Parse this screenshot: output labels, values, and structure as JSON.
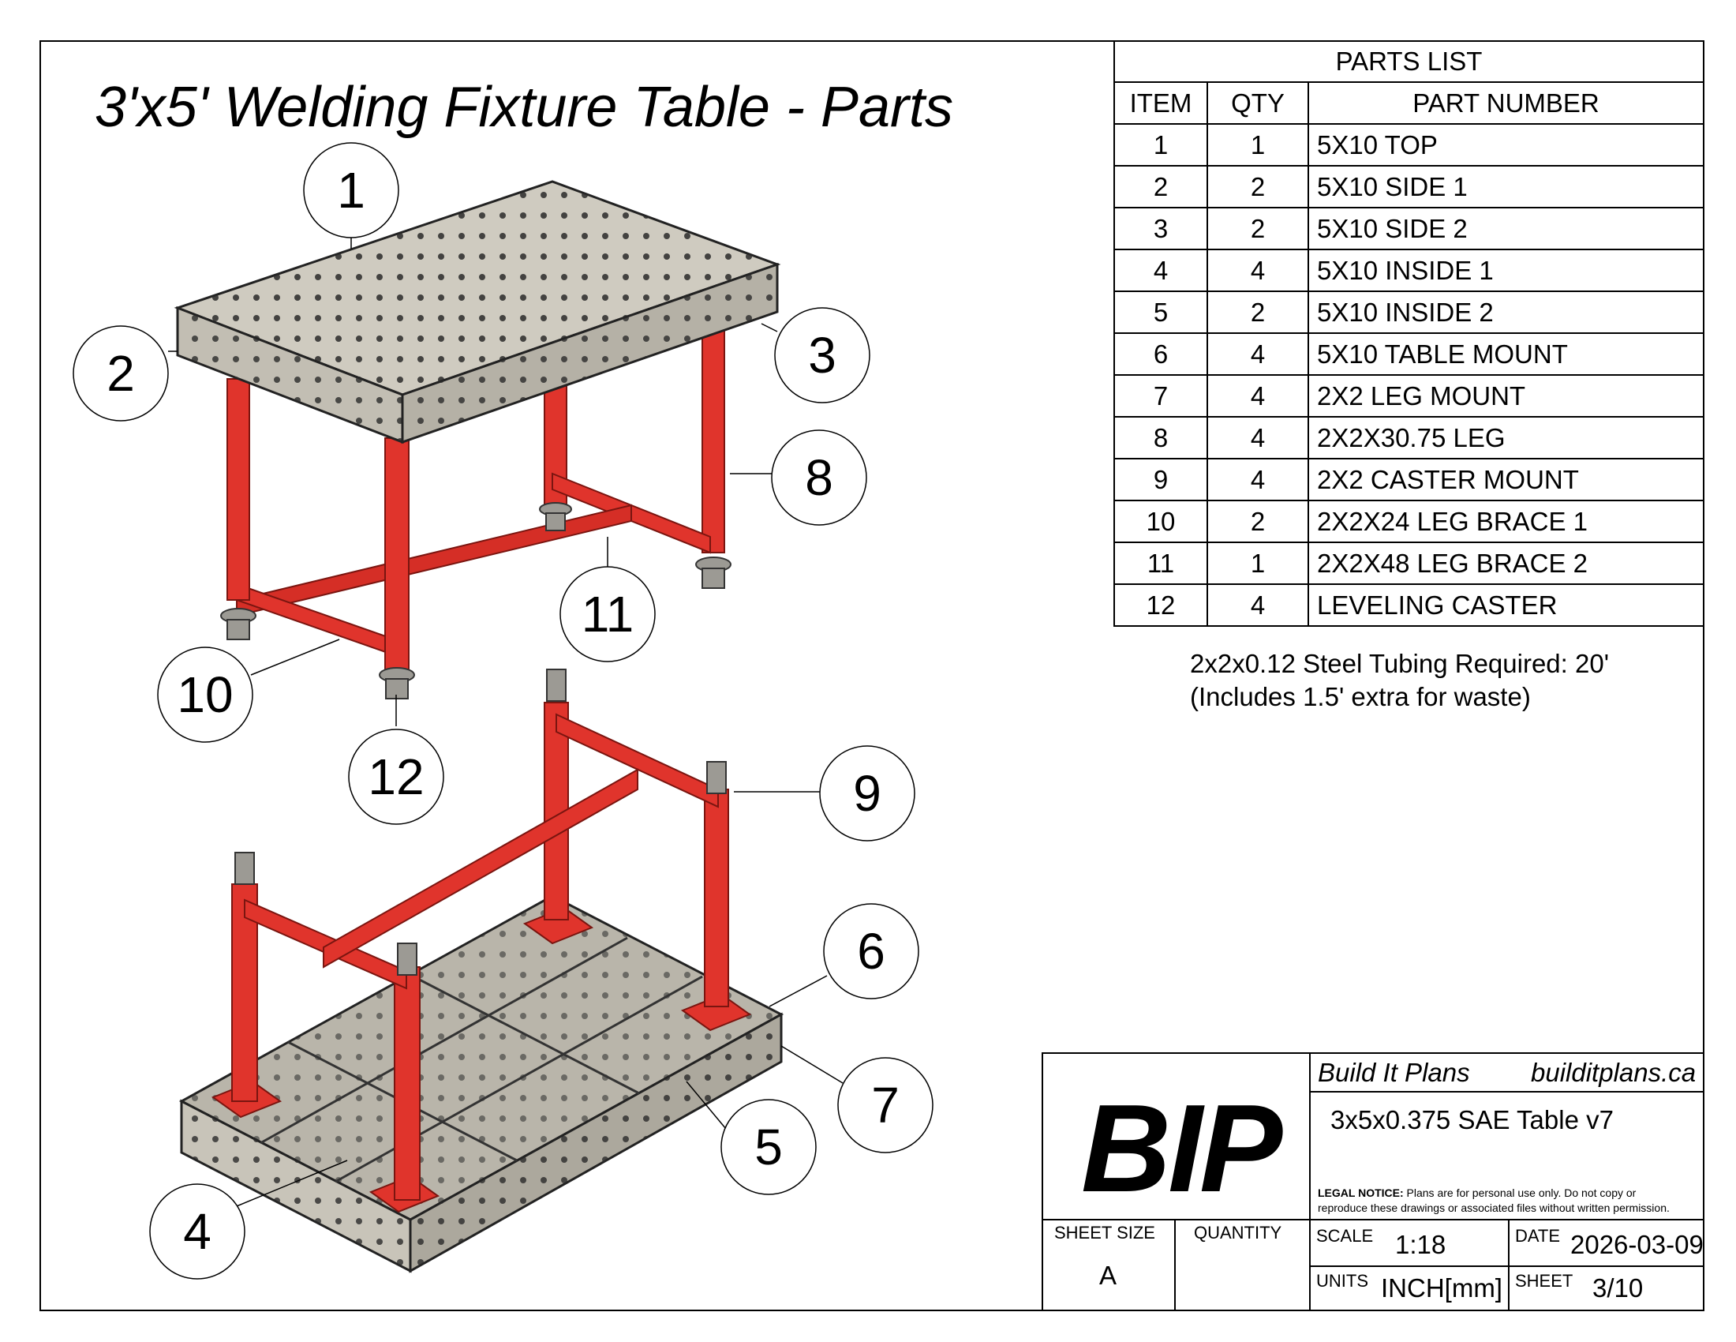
{
  "title": "3'x5' Welding Fixture Table - Parts",
  "parts_list": {
    "caption": "PARTS LIST",
    "headers": [
      "ITEM",
      "QTY",
      "PART NUMBER"
    ],
    "rows": [
      {
        "item": "1",
        "qty": "1",
        "part": "5X10 TOP"
      },
      {
        "item": "2",
        "qty": "2",
        "part": "5X10 SIDE 1"
      },
      {
        "item": "3",
        "qty": "2",
        "part": "5X10 SIDE 2"
      },
      {
        "item": "4",
        "qty": "4",
        "part": "5X10 INSIDE 1"
      },
      {
        "item": "5",
        "qty": "2",
        "part": "5X10 INSIDE 2"
      },
      {
        "item": "6",
        "qty": "4",
        "part": "5X10 TABLE MOUNT"
      },
      {
        "item": "7",
        "qty": "4",
        "part": "2X2 LEG MOUNT"
      },
      {
        "item": "8",
        "qty": "4",
        "part": "2X2X30.75 LEG"
      },
      {
        "item": "9",
        "qty": "4",
        "part": "2X2 CASTER MOUNT"
      },
      {
        "item": "10",
        "qty": "2",
        "part": "2X2X24 LEG BRACE 1"
      },
      {
        "item": "11",
        "qty": "1",
        "part": "2X2X48 LEG BRACE 2"
      },
      {
        "item": "12",
        "qty": "4",
        "part": "LEVELING CASTER"
      }
    ]
  },
  "note": {
    "line1": "2x2x0.12 Steel Tubing Required: 20'",
    "line2": "(Includes 1.5' extra for waste)"
  },
  "callouts": [
    "1",
    "2",
    "3",
    "4",
    "5",
    "6",
    "7",
    "8",
    "9",
    "10",
    "11",
    "12"
  ],
  "title_block": {
    "logo": "BIP",
    "company": "Build It Plans",
    "website": "builditplans.ca",
    "drawing_title": "3x5x0.375 SAE Table v7",
    "legal_label": "LEGAL NOTICE:",
    "legal_text_1": "Plans are for personal use only. Do not copy or",
    "legal_text_2": "reproduce these drawings or associated files without written permission.",
    "sheet_size_label": "SHEET SIZE",
    "sheet_size": "A",
    "quantity_label": "QUANTITY",
    "scale_label": "SCALE",
    "scale": "1:18",
    "date_label": "DATE",
    "date": "2026-03-09",
    "units_label": "UNITS",
    "units": "INCH[mm]",
    "sheet_label": "SHEET",
    "sheet": "3/10"
  },
  "colors": {
    "frame_red": "#e0342c",
    "frame_red_dark": "#a8201a",
    "steel": "#cfcbc0",
    "steel_dark": "#8a877f",
    "hole": "#2a2a2a"
  }
}
